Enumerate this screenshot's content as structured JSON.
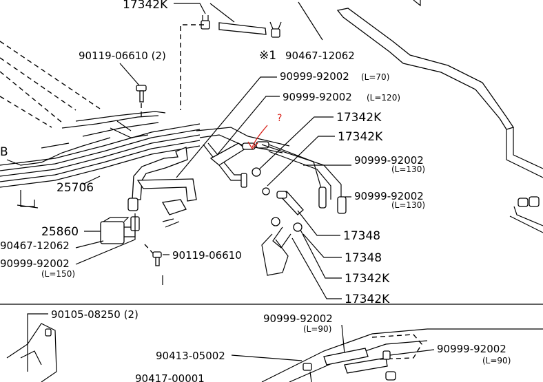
{
  "labels": {
    "top_clip": "17342K",
    "bolt_top": "90119-06610 (2)",
    "note_mark": "※1",
    "top_right_part": "90467-12062",
    "hose_l70": "90999-92002",
    "hose_l70_len": "(L=70)",
    "hose_l120": "90999-92002",
    "hose_l120_len": "(L=120)",
    "clip_a": "17342K",
    "clip_b": "17342K",
    "hose_r1": "90999-92002",
    "hose_r1_len": "(L=130)",
    "hose_r2": "90999-92002",
    "hose_r2_len": "(L=130)",
    "side_b": "B",
    "harness": "25706",
    "canister": "25860",
    "left_clip": "90467-12062",
    "hose_l150": "90999-92002",
    "hose_l150_len": "(L=150)",
    "bolt_mid": "90119-06610",
    "pipe_a": "17348",
    "pipe_b": "17348",
    "clip_c": "17342K",
    "clip_d": "17342K",
    "screw_bottom": "90105-08250 (2)",
    "hose_l90_a": "90999-92002",
    "hose_l90_a_len": "(L=90)",
    "hose_l90_b": "90999-92002",
    "hose_l90_b_len": "(L=90)",
    "bottom_part": "90413-05002",
    "cutoff_part": "90417-00001"
  },
  "annotation": {
    "question_mark": "?"
  },
  "colors": {
    "line": "#000000",
    "annotation": "#d8231b",
    "background": "#ffffff"
  }
}
